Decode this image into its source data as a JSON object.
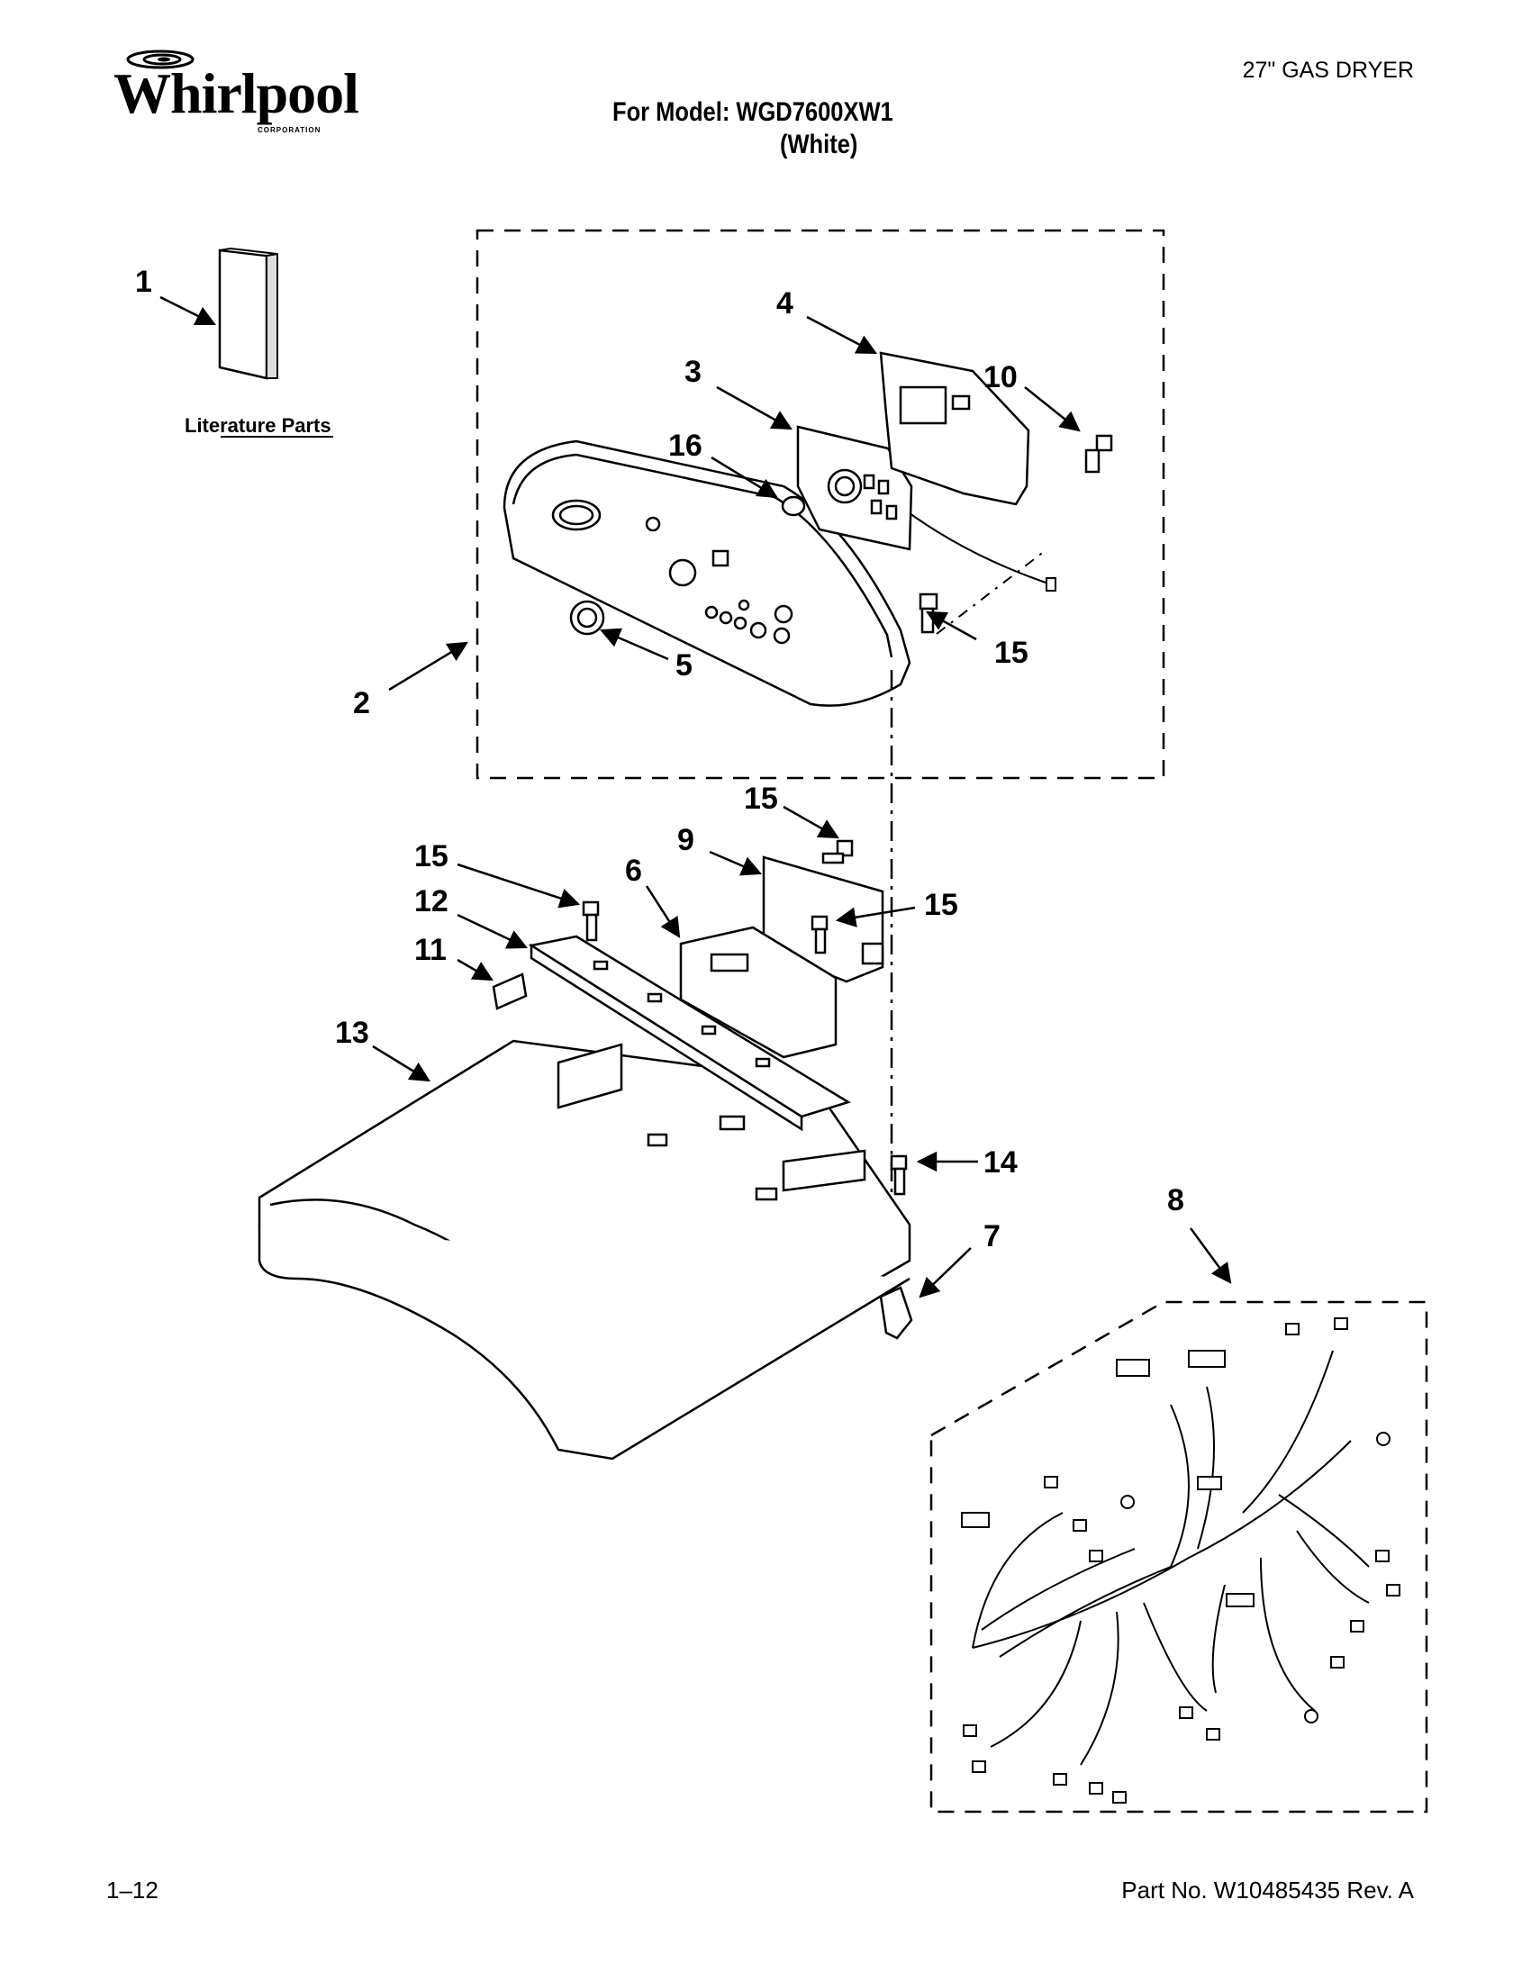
{
  "brand": {
    "name": "Whirlpool",
    "subtitle": "CORPORATION"
  },
  "header": {
    "product_type": "27\" GAS DRYER",
    "model_line": "For Model: WGD7600XW1",
    "variant": "(White)"
  },
  "literature": {
    "label": "Literature Parts"
  },
  "callouts": {
    "c1": "1",
    "c2": "2",
    "c3": "3",
    "c4": "4",
    "c5": "5",
    "c6": "6",
    "c7": "7",
    "c8": "8",
    "c9": "9",
    "c10": "10",
    "c11": "11",
    "c12": "12",
    "c13": "13",
    "c14": "14",
    "c15a": "15",
    "c15b": "15",
    "c15c": "15",
    "c15d": "15",
    "c16": "16"
  },
  "footer": {
    "page": "1–12",
    "part_number": "Part No. W10485435 Rev. A"
  }
}
